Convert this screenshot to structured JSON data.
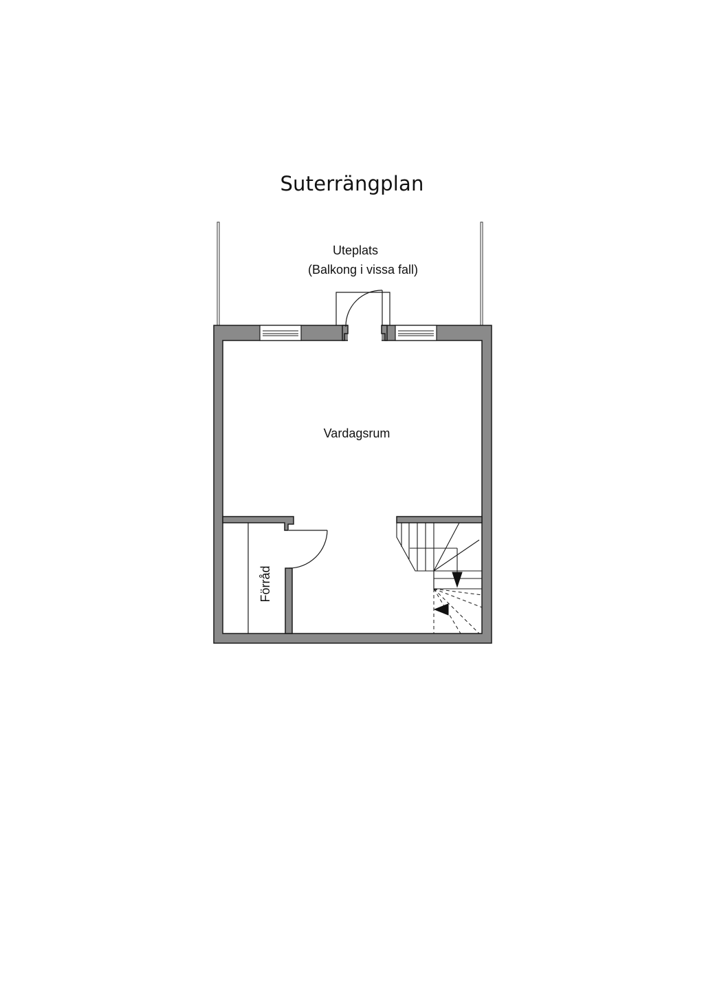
{
  "title": "Suterrängplan",
  "rooms": {
    "patio": {
      "name": "Uteplats",
      "note": "(Balkong i vissa fall)"
    },
    "living_room": {
      "name": "Vardagsrum"
    },
    "storage": {
      "name": "Förråd"
    }
  },
  "colors": {
    "wall_fill": "#8a8a8a",
    "line": "#1a1a1a",
    "background": "#ffffff"
  }
}
